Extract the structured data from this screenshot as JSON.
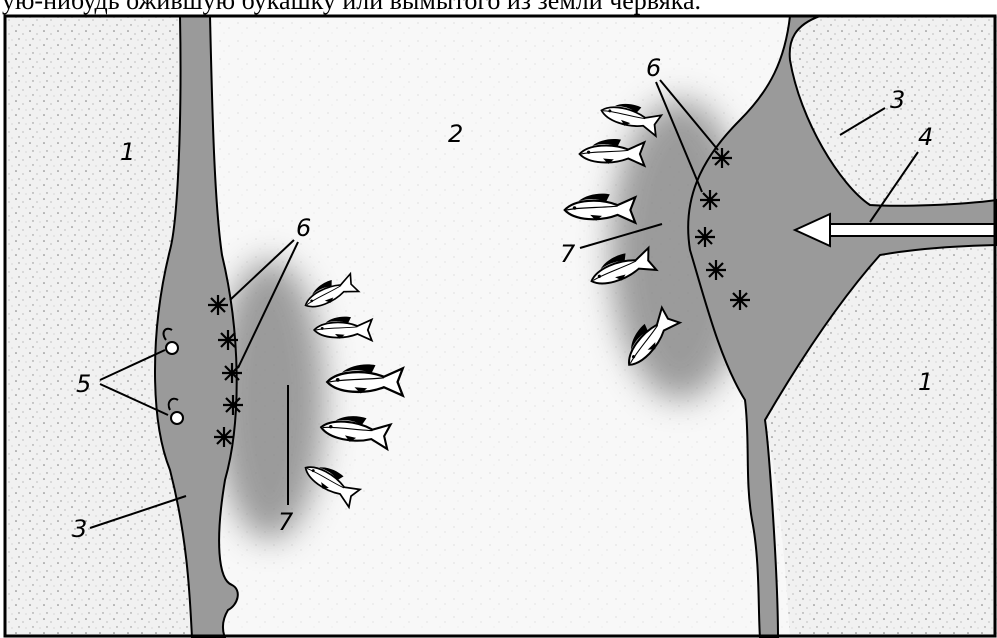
{
  "caption": "ую-нибудь ожившую букашку или вымытого из земли червяка.",
  "labels": {
    "bank_left": "1",
    "bank_right": "1",
    "channel": "2",
    "shoal_left": "3",
    "shoal_right": "3",
    "inflow": "4",
    "rigs": "5",
    "spots_left": "6",
    "spots_right": "6",
    "edge_left": "7",
    "edge_right": "7"
  },
  "colors": {
    "ink": "#000000",
    "shoal_fill": "#9a9a9a",
    "bank_fill": "#f1f1f1",
    "channel_fill": "#f7f7f7",
    "drop_shadow": "#8a8a8a"
  }
}
